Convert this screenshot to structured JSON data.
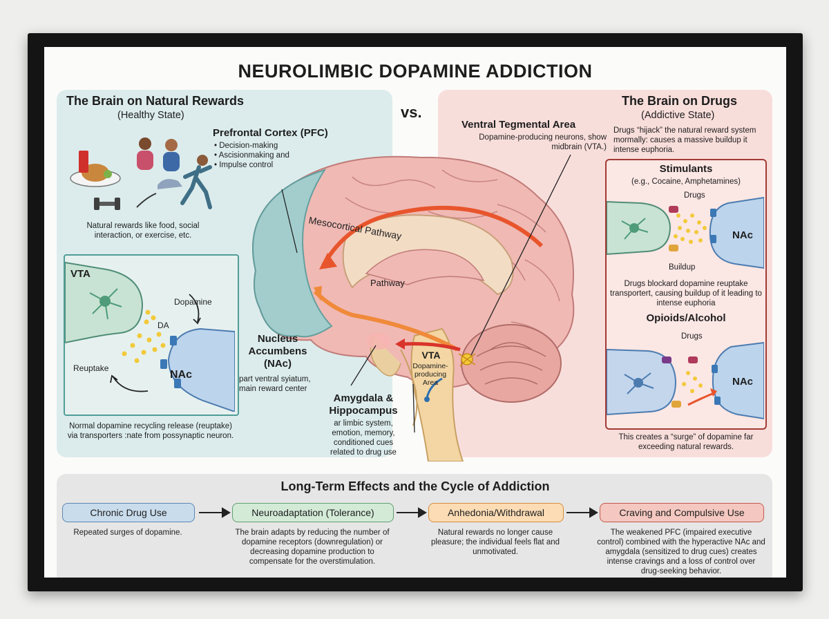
{
  "title": "NEUROLIMBIC DOPAMINE ADDICTION",
  "vs": "vs.",
  "left_panel": {
    "heading": "The Brain on Natural Rewards",
    "subheading": "(Healthy State)",
    "rewards_caption": "Natural rewards like food, social interaction, or exercise, etc.",
    "synapse": {
      "vta_label": "VTA",
      "dopamine_label": "Dopamine",
      "da_label": "DA",
      "reuptake_label": "Reuptake",
      "nac_label": "NAc"
    },
    "synapse_caption": "Normal dopamine recycling release (reuptake) via transporters :nate from possynaptic neuron."
  },
  "brain": {
    "pfc_title": "Prefrontal Cortex (PFC)",
    "pfc_items": [
      "• Decision-making",
      "• Ascisionmaking and",
      "• Impulse control"
    ],
    "mesocortical_label": "Mesocortical Pathway",
    "pathway_label": "Pathway",
    "vta_title": "Ventral Tegmental Area",
    "vta_desc": "Dopamine-producing neurons, show midbrain (VTA.)",
    "vta_marker": "VTA",
    "vta_marker_desc": "Dopamine-producing Area",
    "nac_title": "Nucleus Accumbens (NAc)",
    "nac_desc": "part ventral syiatum, main reward center",
    "amygdala_title": "Amygdala & Hippocampus",
    "amygdala_desc": "ar limbic system, emotion, memory, conditioned cues related to drug use"
  },
  "right_panel": {
    "heading": "The Brain on Drugs",
    "subheading": "(Addictive State)",
    "intro": "Drugs “hijack” the natural reward system mormally: causes a massive buildup it intense euphoria.",
    "stimulants": {
      "heading": "Stimulants",
      "examples": "(e.g., Cocaine, Amphetamines)",
      "drugs_label": "Drugs",
      "buildup_label": "Buildup",
      "nac_label": "NAc",
      "caption": "Drugs blockard dopamine reuptake transportert, causing buildup of it leading to intense euphoria"
    },
    "opioids": {
      "heading": "Opioids/Alcohol",
      "drugs_label": "Drugs",
      "nac_label": "NAc"
    },
    "surge_caption": "This creates a “surge” of dopamine far exceeding natural rewards."
  },
  "bottom": {
    "heading": "Long-Term Effects and the Cycle of Addiction",
    "stages": [
      {
        "label": "Chronic Drug Use",
        "desc": "Repeated surges of dopamine.",
        "fill": "#c9dcec",
        "border": "#5b86b3"
      },
      {
        "label": "Neuroadaptation (Tolerance)",
        "desc": "The brain adapts by reducing the number of dopamine receptors (downregulation) or decreasing dopamine production to compensate for the overstimulation.",
        "fill": "#d3ead7",
        "border": "#5f9e70"
      },
      {
        "label": "Anhedonia/Withdrawal",
        "desc": "Natural rewards no longer cause pleasure; the individual feels flat and unmotivated.",
        "fill": "#fbdcb5",
        "border": "#d68d3c"
      },
      {
        "label": "Craving and Compulsive Use",
        "desc": "The weakened PFC (impaired executive control) combined with the hyperactive NAc and amygdala (sensitized to drug cues) creates intense cravings and a loss of control over drug-seeking behavior.",
        "fill": "#f4c8c0",
        "border": "#c4574b"
      }
    ]
  },
  "colors": {
    "panel_left": "#dcecec",
    "panel_right": "#f8dedb",
    "pathway_arrow": "#e8552c",
    "dopamine_dot": "#f2c93a",
    "frame": "#141414"
  }
}
